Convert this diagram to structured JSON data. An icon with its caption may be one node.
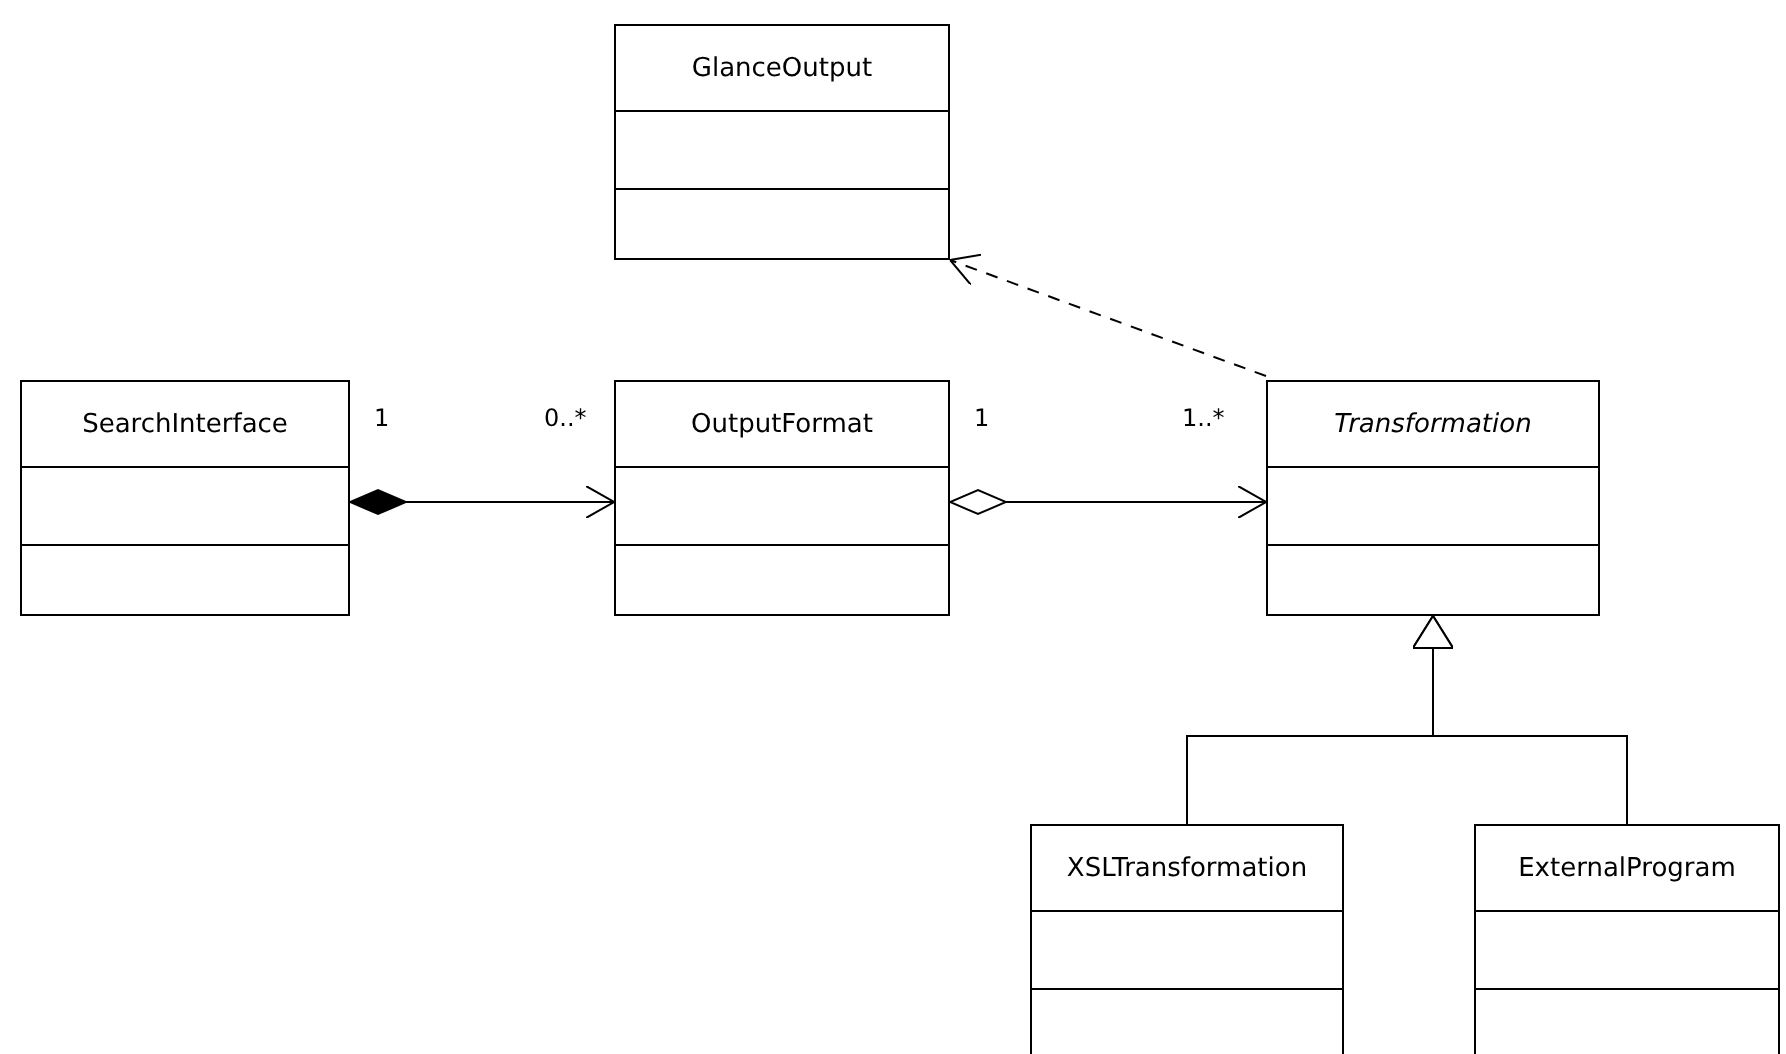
{
  "diagram": {
    "nodes": [
      {
        "text": [
          "GlanceOutput"
        ]
      },
      {
        "text": [
          "SearchInterface"
        ]
      },
      {
        "text": [
          "OutputFormat"
        ]
      },
      {
        "text": [
          "Transformation"
        ]
      },
      {
        "text": [
          "XSLTransformation"
        ]
      },
      {
        "text": [
          "ExternalProgram"
        ]
      }
    ],
    "edges": [
      {
        "from": 1,
        "to": 2,
        "arrow": "to"
      },
      {
        "from": 2,
        "to": 3,
        "arrow": "to"
      },
      {
        "from": 3,
        "to": 0,
        "arrow": "to",
        "style": "dashed"
      },
      {
        "from": 4,
        "to": 3,
        "arrow": "to"
      },
      {
        "from": 5,
        "to": 3,
        "arrow": "to"
      }
    ],
    "labels": [
      "1",
      "0..*",
      "1",
      "1..*"
    ]
  }
}
